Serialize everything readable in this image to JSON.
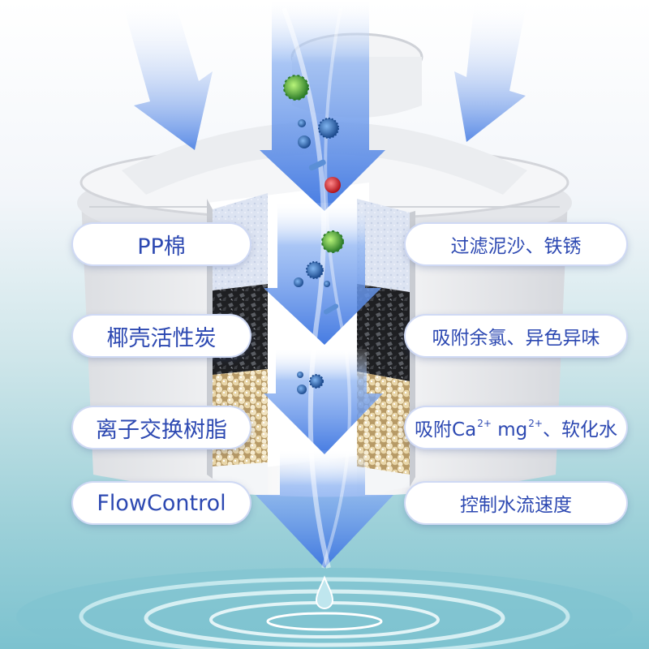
{
  "layers": [
    {
      "name": "PP棉",
      "function": "过滤泥沙、铁锈"
    },
    {
      "name": "椰壳活性炭",
      "function": "吸附余氯、异色异味"
    },
    {
      "name": "离子交换树脂",
      "function_parts": [
        "吸附Ca",
        "2+",
        " mg",
        "2+",
        "、软化水"
      ]
    },
    {
      "name": "FlowControl",
      "function": "控制水流速度"
    }
  ],
  "colors": {
    "label_text": "#2d49b2",
    "pill_background": "#ffffff",
    "arrow_blue": "#4f86e6",
    "water_teal": "#7cc2cf"
  },
  "icons": [
    "bacteria-icon",
    "water-drop-icon",
    "flow-arrow-icon"
  ]
}
